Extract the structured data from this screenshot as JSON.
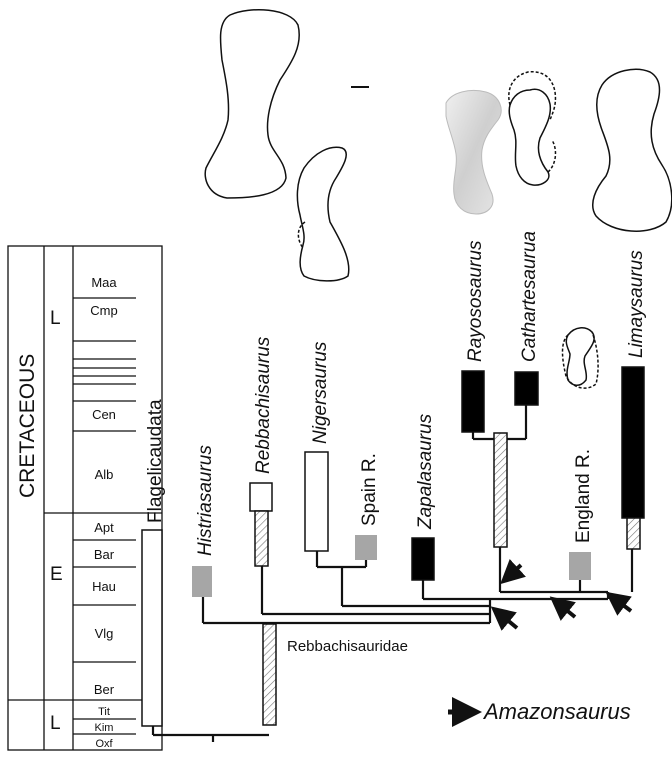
{
  "timescale": {
    "period": "CRETACEOUS",
    "lower_epoch": "L",
    "upper_epoch": "L",
    "early_epoch": "E",
    "stages": [
      "Maa",
      "Cmp",
      "Cen",
      "Alb",
      "Apt",
      "Bar",
      "Hau",
      "Vlg",
      "Ber",
      "Tit",
      "Kim",
      "Oxf"
    ]
  },
  "taxa": {
    "flagellicaudata": "Flagelicaudata",
    "histriasaurus": "Histriasaurus",
    "rebbachisaurus": "Rebbachisaurus",
    "nigersaurus": "Nigersaurus",
    "spain": "Spain R.",
    "zapalasaurus": "Zapalasaurus",
    "rayososaurus": "Rayososaurus",
    "cathartesaurua": "Cathartesaurua",
    "england": "England R.",
    "limaysaurus": "Limaysaurus"
  },
  "clade_label": "Rebbachisauridae",
  "legend": {
    "label": "Amazonsaurus",
    "symbol": "arrow"
  },
  "colors": {
    "line": "#111111",
    "solid_range": "#000000",
    "uncertain_range": "#9a9a9a",
    "ghost_hatch": "#777777",
    "photo_bone": "#d8d8d8"
  }
}
